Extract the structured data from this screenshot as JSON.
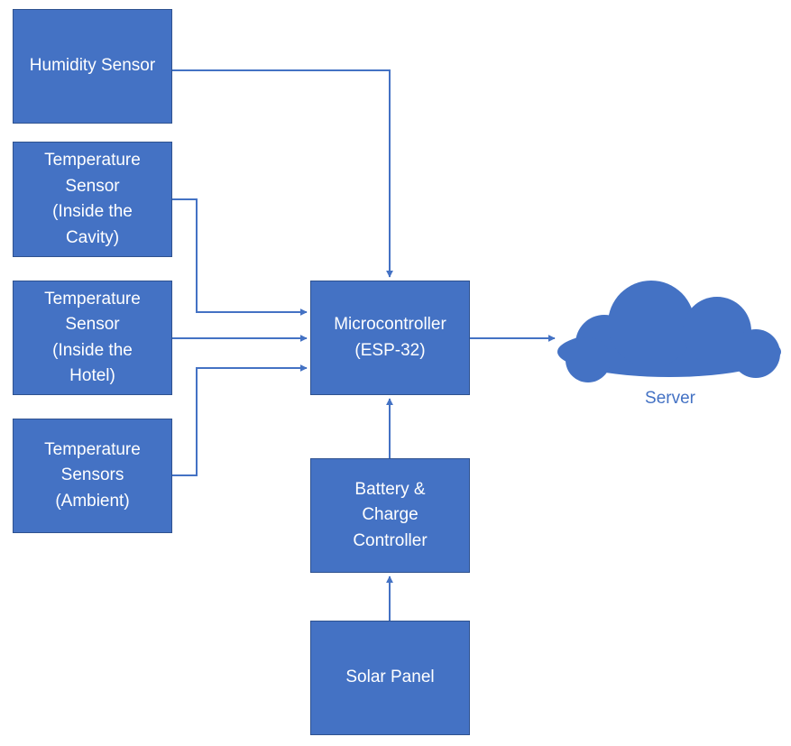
{
  "colors": {
    "box_fill": "#4472C4",
    "box_border": "#2F528F",
    "box_text": "#FFFFFF",
    "connector": "#4472C4",
    "cloud_fill": "#4472C4",
    "server_text": "#4472C4"
  },
  "nodes": {
    "humidity": {
      "lines": [
        "Humidity Sensor"
      ]
    },
    "temp_cavity": {
      "lines": [
        "Temperature",
        "Sensor",
        "(Inside the",
        "Cavity)"
      ]
    },
    "temp_hotel": {
      "lines": [
        "Temperature",
        "Sensor",
        "(Inside the",
        "Hotel)"
      ]
    },
    "temp_ambient": {
      "lines": [
        "Temperature",
        "Sensors",
        "(Ambient)"
      ]
    },
    "mcu": {
      "lines": [
        "Microcontroller",
        "(ESP-32)"
      ]
    },
    "battery": {
      "lines": [
        "Battery &",
        "Charge",
        "Controller"
      ]
    },
    "solar": {
      "lines": [
        "Solar Panel"
      ]
    },
    "server": {
      "label": "Server",
      "icon": "cloud-icon"
    }
  },
  "edges": [
    {
      "from": "humidity",
      "to": "mcu"
    },
    {
      "from": "temp_cavity",
      "to": "mcu"
    },
    {
      "from": "temp_hotel",
      "to": "mcu"
    },
    {
      "from": "temp_ambient",
      "to": "mcu"
    },
    {
      "from": "battery",
      "to": "mcu"
    },
    {
      "from": "solar",
      "to": "battery"
    },
    {
      "from": "mcu",
      "to": "server"
    }
  ]
}
